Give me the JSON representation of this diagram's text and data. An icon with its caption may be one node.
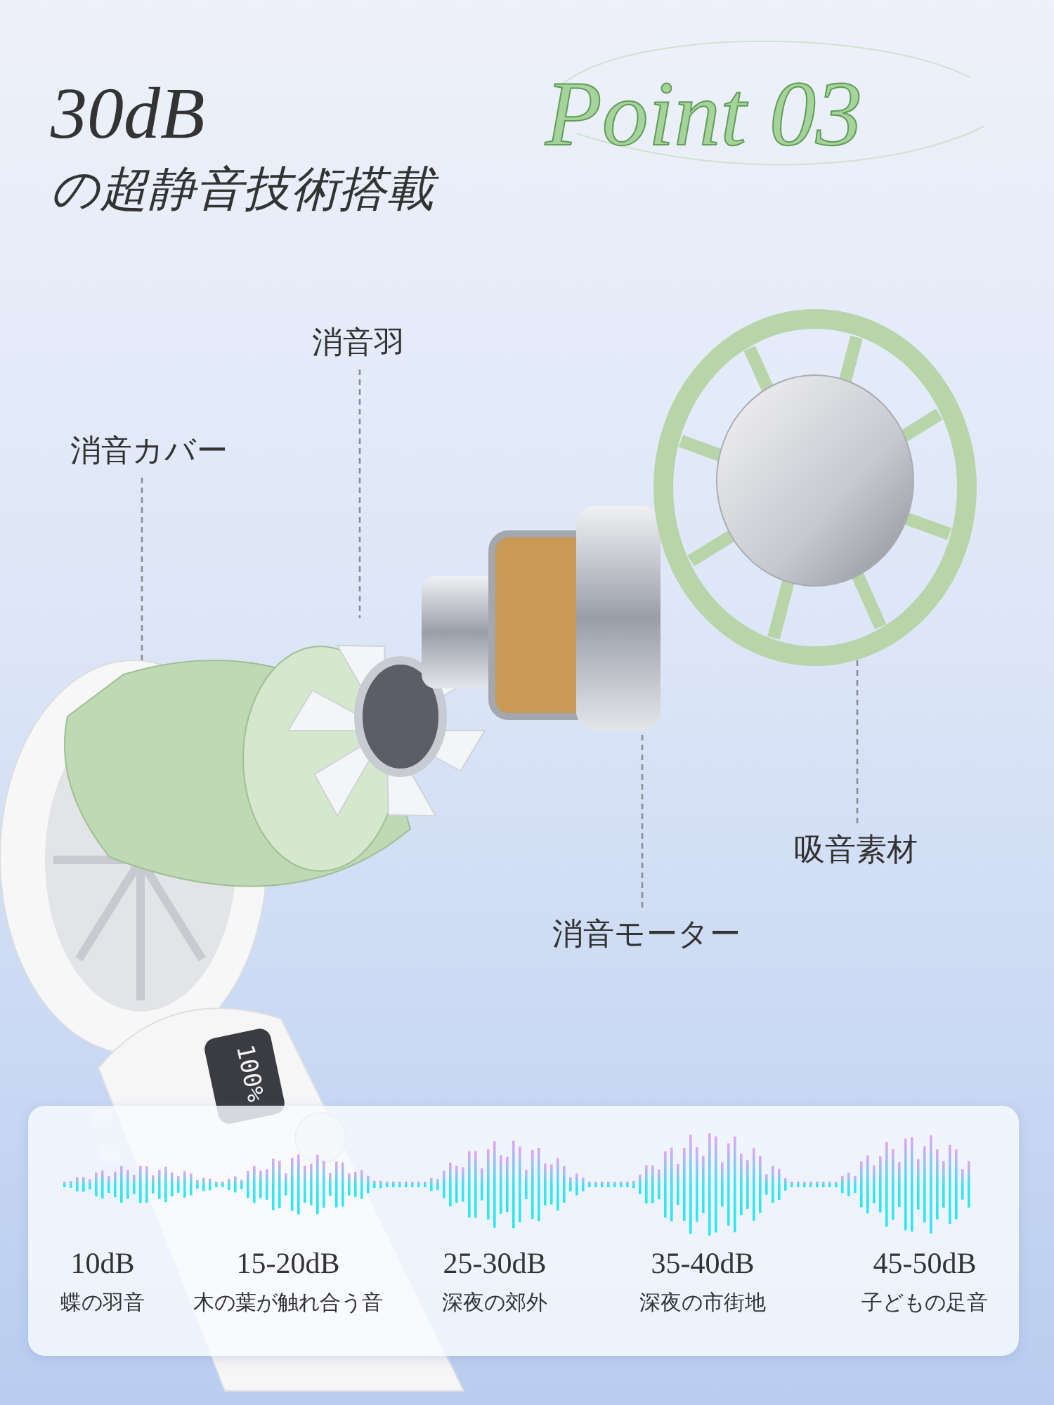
{
  "diagram": {
    "title": "30dB",
    "nodes": [
      {
        "text": [
          "消音カバー"
        ]
      },
      {
        "text": [],
        "shape": "picture"
      },
      {
        "text": [
          "消音羽"
        ]
      },
      {
        "text": [],
        "shape": "picture"
      },
      {
        "text": [
          "吸音素材"
        ]
      },
      {
        "text": [],
        "shape": "picture"
      },
      {
        "text": [
          "消音モーター"
        ]
      },
      {
        "text": [],
        "shape": "picture"
      }
    ],
    "edges": [
      {
        "from": 0,
        "to": 1,
        "arrow": "none",
        "style": "dashed"
      },
      {
        "from": 2,
        "to": 3,
        "arrow": "none",
        "style": "dashed"
      },
      {
        "from": 4,
        "to": 5,
        "arrow": "none",
        "style": "dashed"
      },
      {
        "from": 6,
        "to": 7,
        "arrow": "none",
        "style": "dashed"
      }
    ],
    "labels": [
      "の超静音技術搭載",
      "Point 03",
      "100%",
      "10dB",
      "15-20dB",
      "25-30dB",
      "35-40dB",
      "45-50dB",
      "蝶の羽音",
      "木の葉が触れ合う音",
      "深夜の郊外",
      "深夜の市街地",
      "子どもの足音"
    ]
  }
}
